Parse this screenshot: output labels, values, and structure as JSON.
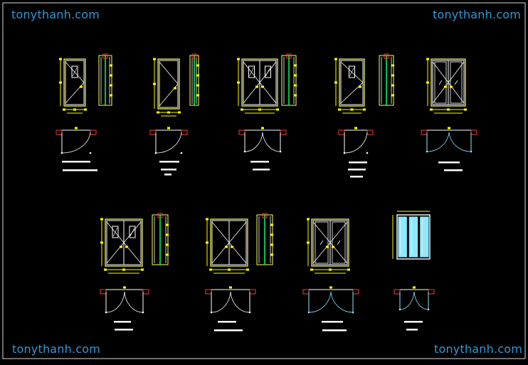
{
  "watermarks": {
    "top_left": "tonythanh.com",
    "top_right": "tonythanh.com",
    "bottom_left": "tonythanh.com",
    "bottom_right": "tonythanh.com"
  },
  "colors": {
    "background": "#000000",
    "frame": "#ffffff",
    "outline": "#ffff66",
    "dimension": "#ffff00",
    "glass": "#00ff66",
    "swing": "#ffffff",
    "floor_hatch": "#ff3333",
    "glazing": "#8fe8ff",
    "watermark": "#2f98d6"
  },
  "door_details": [
    {
      "id": "d1",
      "leaves": 1,
      "style": "vision-panel"
    },
    {
      "id": "d2",
      "leaves": 1,
      "style": "plain"
    },
    {
      "id": "d3",
      "leaves": 2,
      "style": "vision-panel"
    },
    {
      "id": "d4",
      "leaves": 1,
      "style": "vision-panel"
    },
    {
      "id": "d5",
      "leaves": 2,
      "style": "glazed"
    },
    {
      "id": "d6",
      "leaves": 2,
      "style": "vision-panel"
    },
    {
      "id": "d7",
      "leaves": 2,
      "style": "plain"
    },
    {
      "id": "d8",
      "leaves": 2,
      "style": "glazed"
    },
    {
      "id": "d9",
      "leaves": 3,
      "style": "full-glass"
    }
  ]
}
